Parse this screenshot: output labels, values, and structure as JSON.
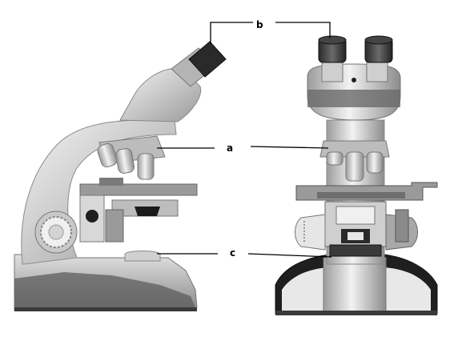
{
  "labels": {
    "a": "a",
    "b": "b",
    "c": "c"
  },
  "colors": {
    "line": "#000000",
    "metal_light": "#e8e8e8",
    "metal_mid": "#bdbdbd",
    "metal_dark": "#5a5a5a",
    "black": "#1a1a1a"
  }
}
